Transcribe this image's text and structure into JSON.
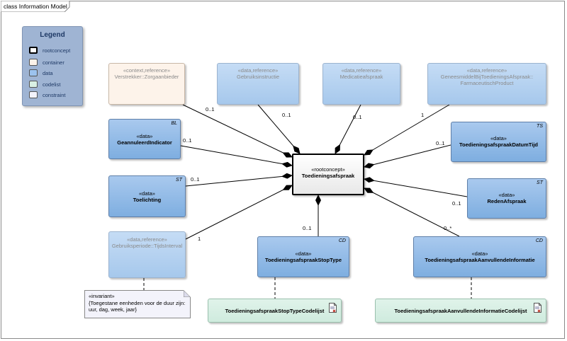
{
  "frame": {
    "title": "class Information Model"
  },
  "legend": {
    "title": "Legend",
    "items": [
      {
        "label": "rootconcept",
        "color": "#ffffff"
      },
      {
        "label": "container",
        "color": "#fdf3ea"
      },
      {
        "label": "data",
        "color": "#9cc3ee"
      },
      {
        "label": "codelist",
        "color": "#d9f0e4"
      },
      {
        "label": "constraint",
        "color": "#f3f3fb"
      }
    ]
  },
  "classes": {
    "root": {
      "stereotype": "«rootconcept»",
      "name": "Toedieningsafspraak"
    },
    "verstrekker": {
      "stereotype": "«context,reference»",
      "name": "Verstrekker::Zorgaanbieder"
    },
    "gebruiksinstructie": {
      "stereotype": "«data,reference»",
      "name": "Gebruiksinstructie"
    },
    "medicatieafspraak": {
      "stereotype": "«data,reference»",
      "name": "Medicatieafspraak"
    },
    "geneesmiddel": {
      "stereotype": "«data,reference»",
      "name_line1": "GeneesmiddelBijToedieningsAfspraak::",
      "name_line2": "FarmaceutischProduct"
    },
    "geannuleerd": {
      "stereotype": "«data»",
      "name": "GeannuleerdIndicator",
      "tag": "BL"
    },
    "toelichting": {
      "stereotype": "«data»",
      "name": "Toelichting",
      "tag": "ST"
    },
    "gebruiksperiode": {
      "stereotype": "«data,reference»",
      "name": "Gebruiksperiode::TijdsInterval"
    },
    "datumtijd": {
      "stereotype": "«data»",
      "name": "ToedieningsafspraakDatumTijd",
      "tag": "TS"
    },
    "reden": {
      "stereotype": "«data»",
      "name": "RedenAfspraak",
      "tag": "ST"
    },
    "stoptype": {
      "stereotype": "«data»",
      "name": "ToedieningsafspraakStopType",
      "tag": "CD"
    },
    "aanvullend": {
      "stereotype": "«data»",
      "name": "ToedieningsafspraakAanvullendeInformatie",
      "tag": "CD"
    },
    "stoptype_codelijst": {
      "name": "ToedieningsafspraakStopTypeCodelijst"
    },
    "aanvullend_codelijst": {
      "name": "ToedieningsafspraakAanvullendeInformatieCodelijst"
    }
  },
  "note": {
    "stereotype": "«invariant»",
    "line1": "{Toegestane eenheden voor de duur zijn:",
    "line2": "uur, dag, week, jaar}"
  },
  "multiplicities": {
    "verstrekker": "0..1",
    "gebruiksinstructie": "0..1",
    "medicatieafspraak": "0..1",
    "geneesmiddel": "1",
    "geannuleerd": "0..1",
    "datumtijd": "0..1",
    "toelichting": "0..1",
    "reden": "0..1",
    "gebruiksperiode": "1",
    "stoptype": "0..1",
    "aanvullend": "0..*"
  }
}
